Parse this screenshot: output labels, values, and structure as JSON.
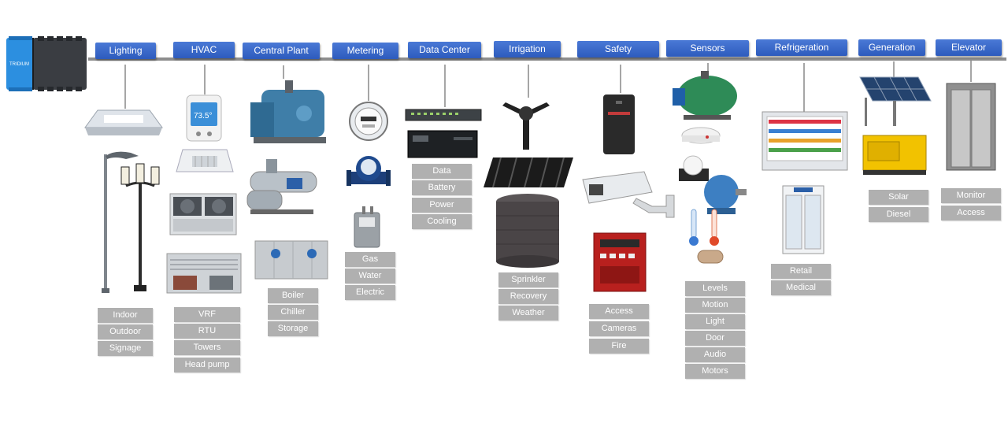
{
  "gateway": {
    "brand": "TRIDIUM",
    "icon": "controller-gateway-icon",
    "colors": {
      "left": "#2c8fe0",
      "right": "#3a3d42"
    }
  },
  "colors": {
    "header": "#3566c8",
    "tag": "#b0b0b0",
    "bus": "#8d8d8d"
  },
  "categories": [
    {
      "label": "Lighting",
      "items": [
        "Indoor",
        "Outdoor",
        "Signage"
      ],
      "icons": [
        "ceiling-light-icon",
        "street-lamp-icon",
        "lamp-post-icon"
      ]
    },
    {
      "label": "HVAC",
      "items": [
        "VRF",
        "RTU",
        "Towers",
        "Head pump"
      ],
      "icons": [
        "thermostat-icon",
        "cassette-ac-icon",
        "chiller-unit-icon",
        "cooling-tower-icon"
      ]
    },
    {
      "label": "Central Plant",
      "items": [
        "Boiler",
        "Chiller",
        "Storage"
      ],
      "icons": [
        "boiler-icon",
        "chiller-icon",
        "storage-tank-icon"
      ]
    },
    {
      "label": "Metering",
      "items": [
        "Gas",
        "Water",
        "Electric"
      ],
      "icons": [
        "electric-meter-icon",
        "water-meter-icon",
        "gas-meter-icon"
      ]
    },
    {
      "label": "Data Center",
      "items": [
        "Data",
        "Battery",
        "Power",
        "Cooling"
      ],
      "icons": [
        "network-switch-icon",
        "ups-icon"
      ]
    },
    {
      "label": "Irrigation",
      "items": [
        "Sprinkler",
        "Recovery",
        "Weather"
      ],
      "icons": [
        "sprinkler-icon",
        "recovery-crate-icon",
        "water-tank-icon"
      ]
    },
    {
      "label": "Safety",
      "items": [
        "Access",
        "Cameras",
        "Fire"
      ],
      "icons": [
        "card-reader-icon",
        "security-camera-icon",
        "fire-panel-icon"
      ]
    },
    {
      "label": "Sensors",
      "items": [
        "Levels",
        "Motion",
        "Light",
        "Door",
        "Audio",
        "Motors"
      ],
      "icons": [
        "level-tank-icon",
        "smoke-detector-icon",
        "motion-sensor-icon",
        "motor-icon",
        "thermometer-icon",
        "door-sensor-icon"
      ]
    },
    {
      "label": "Refrigeration",
      "items": [
        "Retail",
        "Medical"
      ],
      "icons": [
        "display-refrigerator-icon",
        "medical-fridge-icon"
      ]
    },
    {
      "label": "Generation",
      "items": [
        "Solar",
        "Diesel"
      ],
      "icons": [
        "solar-panel-icon",
        "diesel-generator-icon"
      ]
    },
    {
      "label": "Elevator",
      "items": [
        "Monitor",
        "Access"
      ],
      "icons": [
        "elevator-doors-icon"
      ]
    }
  ]
}
